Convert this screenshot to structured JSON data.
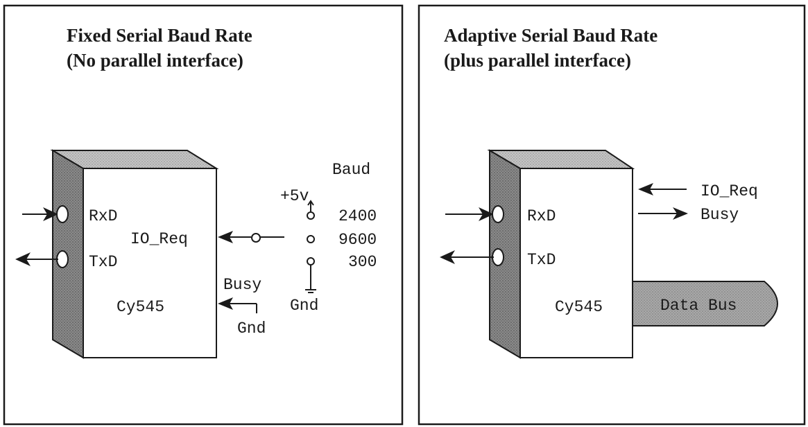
{
  "left_panel": {
    "title_line1": "Fixed Serial Baud Rate",
    "title_line2": "(No parallel interface)",
    "chip": {
      "pin_rxd": "RxD",
      "pin_txd": "TxD",
      "pin_io_req": "IO_Req",
      "pin_busy": "Busy",
      "name": "Cy545"
    },
    "busy_tie": "Gnd",
    "baud_switch": {
      "heading": "Baud",
      "supply": "+5v",
      "ground": "Gnd",
      "rates": [
        "2400",
        "9600",
        "300"
      ]
    }
  },
  "right_panel": {
    "title_line1": "Adaptive Serial Baud Rate",
    "title_line2": "(plus parallel interface)",
    "chip": {
      "pin_rxd": "RxD",
      "pin_txd": "TxD",
      "name": "Cy545"
    },
    "signal_io_req": "IO_Req",
    "signal_busy": "Busy",
    "data_bus": "Data Bus"
  },
  "colors": {
    "ink": "#1a1a1a",
    "chip_side_shade": "#7a7a7a",
    "chip_top_shade": "#b4b4b4",
    "data_bus_fill": "#9a9a9a"
  }
}
